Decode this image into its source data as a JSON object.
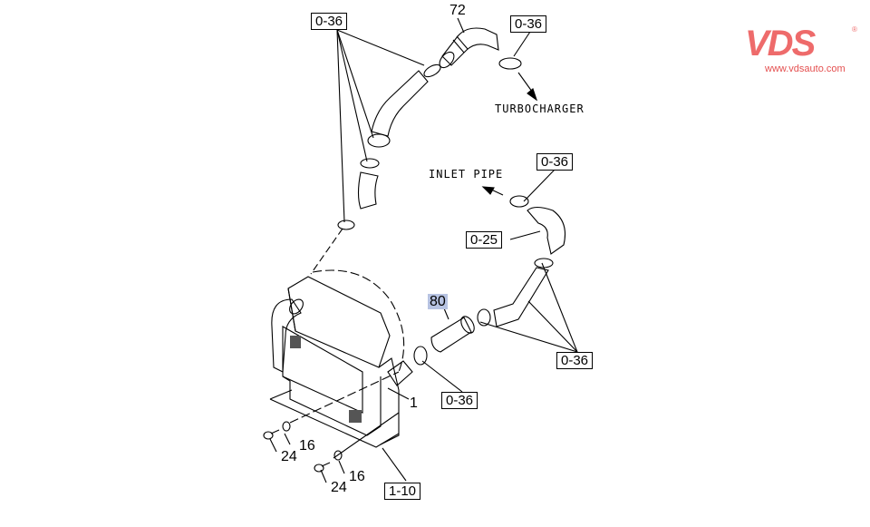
{
  "logo": {
    "mark": "VDS",
    "registered": "®",
    "url": "www.vdsauto.com",
    "color": "#ee6b6b"
  },
  "callouts": {
    "clamp_top_left": "0-36",
    "hose_72": "72",
    "clamp_top_right": "0-36",
    "turbocharger": "TURBOCHARGER",
    "inlet_pipe": "INLET PIPE",
    "clamp_inlet": "0-36",
    "pipe_025": "0-25",
    "hose_80": "80",
    "clamp_lower_right": "0-36",
    "clamp_hose_80": "0-36",
    "intercooler_1": "1",
    "washer_16_a": "16",
    "bolt_24_a": "24",
    "washer_16_b": "16",
    "bolt_24_b": "24",
    "assembly_110": "1-10"
  },
  "highlight_color": "#b7c3e2"
}
